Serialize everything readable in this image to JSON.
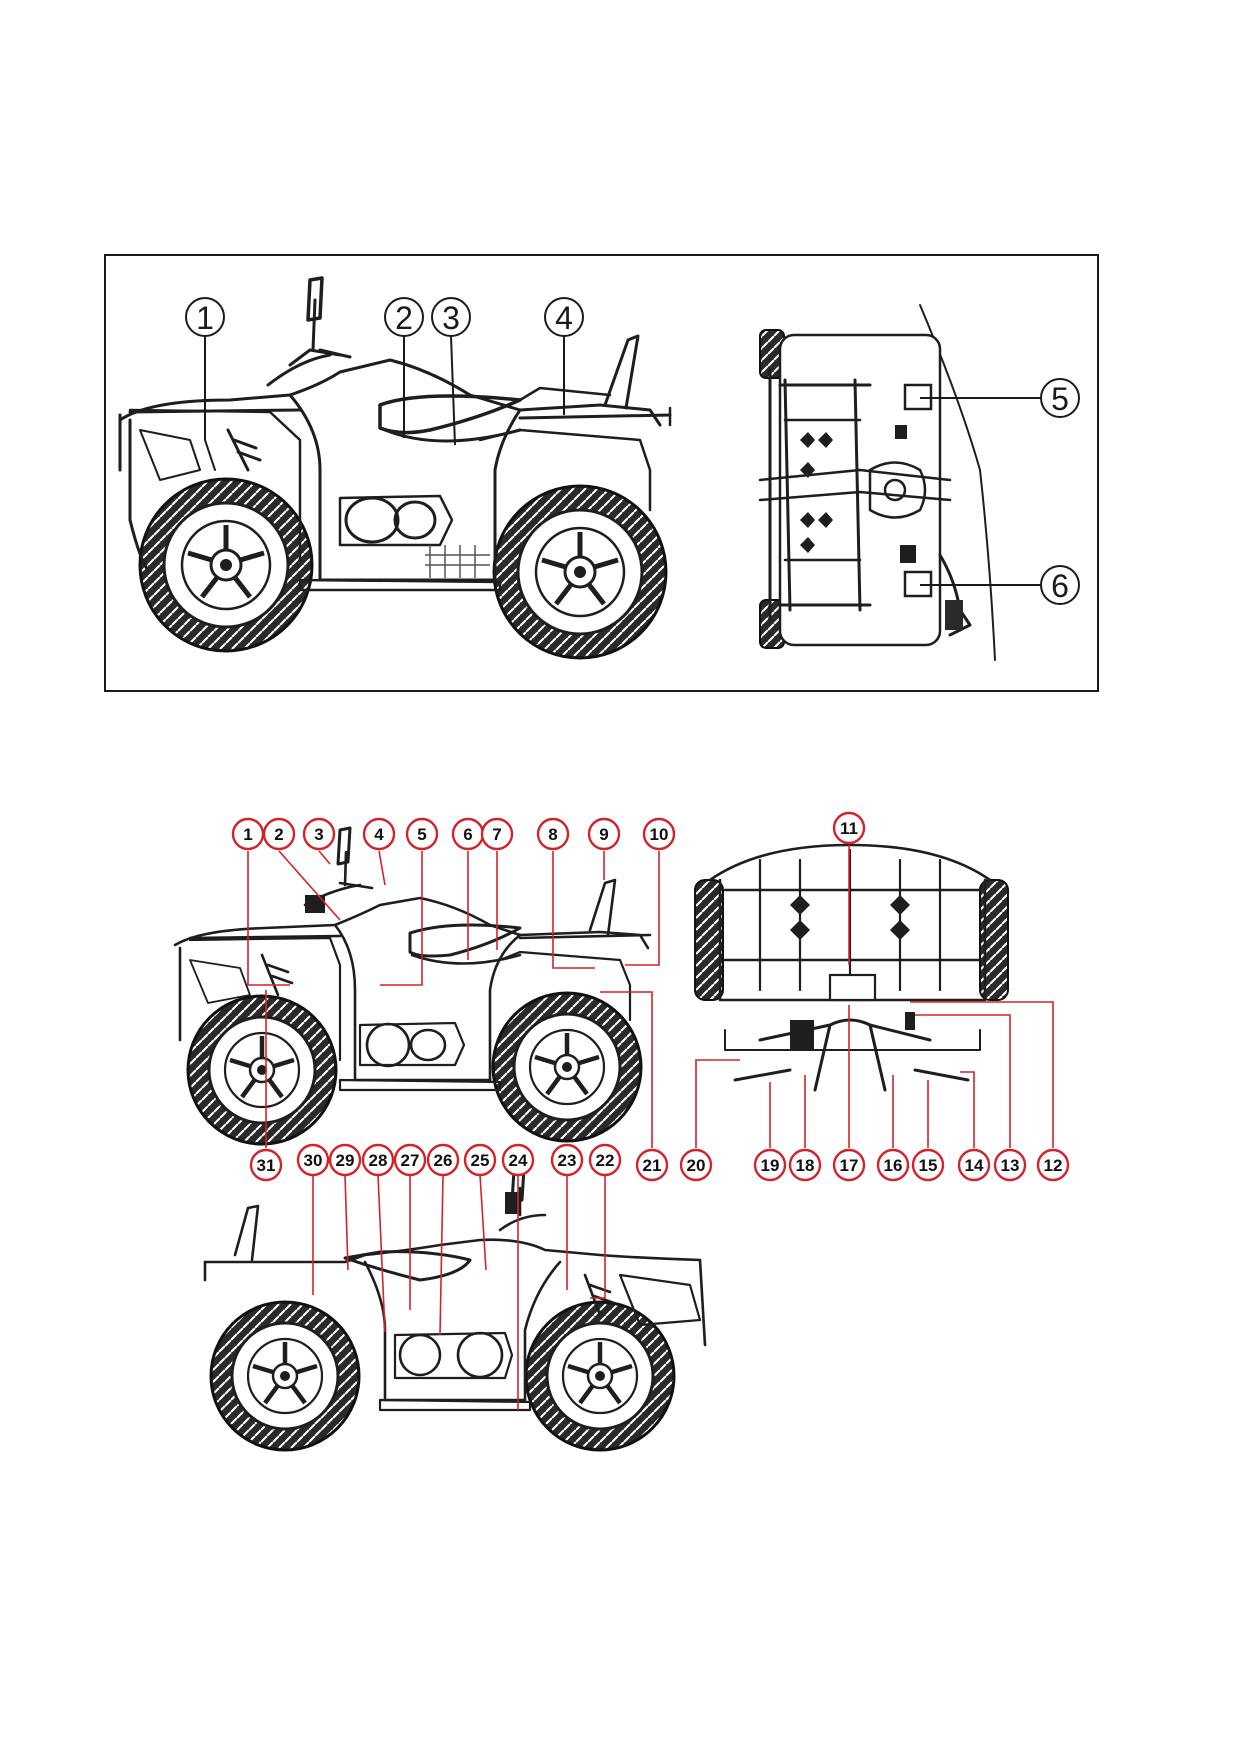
{
  "figure_top": {
    "callouts": [
      {
        "label": "1"
      },
      {
        "label": "2"
      },
      {
        "label": "3"
      },
      {
        "label": "4"
      },
      {
        "label": "5"
      },
      {
        "label": "6"
      }
    ]
  },
  "figure_bottom": {
    "callouts_top_row": [
      {
        "label": "1"
      },
      {
        "label": "2"
      },
      {
        "label": "3"
      },
      {
        "label": "4"
      },
      {
        "label": "5"
      },
      {
        "label": "6"
      },
      {
        "label": "7"
      },
      {
        "label": "8"
      },
      {
        "label": "9"
      },
      {
        "label": "10"
      },
      {
        "label": "11"
      }
    ],
    "callouts_right_row": [
      {
        "label": "21"
      },
      {
        "label": "20"
      },
      {
        "label": "19"
      },
      {
        "label": "18"
      },
      {
        "label": "17"
      },
      {
        "label": "16"
      },
      {
        "label": "15"
      },
      {
        "label": "14"
      },
      {
        "label": "13"
      },
      {
        "label": "12"
      }
    ],
    "callouts_middle_row": [
      {
        "label": "31"
      },
      {
        "label": "30"
      },
      {
        "label": "29"
      },
      {
        "label": "28"
      },
      {
        "label": "27"
      },
      {
        "label": "26"
      },
      {
        "label": "25"
      },
      {
        "label": "24"
      },
      {
        "label": "23"
      },
      {
        "label": "22"
      }
    ]
  },
  "colors": {
    "callout_ring_red": "#d3232a",
    "line_art": "#1e1e1e",
    "frame": "#1a1a1a"
  }
}
